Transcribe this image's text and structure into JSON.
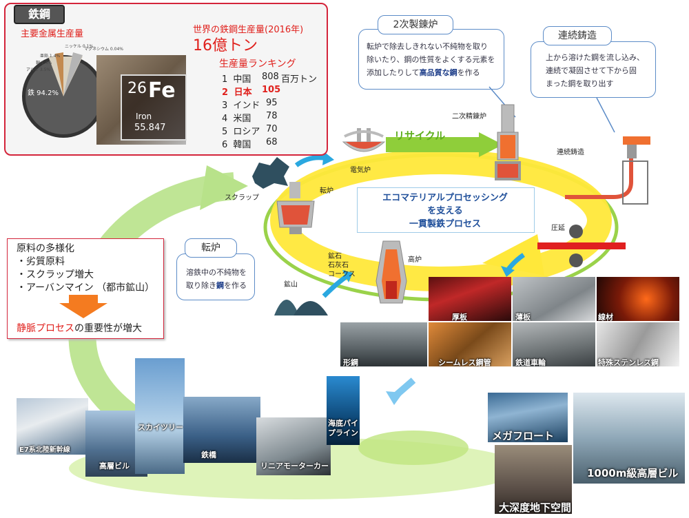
{
  "steel_panel": {
    "badge": "鉄鋼",
    "metals_title": "主要金属生産量",
    "pie_labels": [
      "ニッケル 0.1%",
      "マグネシウム 0.04%",
      "亜鉛 1.4%",
      "銅 1.4%",
      "アルミ 3.5%",
      "鉄 94.2%"
    ],
    "element_number": "26",
    "element_symbol": "Fe",
    "element_name": "Iron",
    "element_weight": "55.847",
    "world_title": "世界の鉄鋼生産量(2016年)",
    "world_value": "16億トン",
    "ranking_title": "生産量ランキング",
    "ranking": [
      {
        "rank": "1",
        "country": "中国",
        "value": "808",
        "unit": "百万トン"
      },
      {
        "rank": "2",
        "country": "日本",
        "value": "105",
        "unit": ""
      },
      {
        "rank": "3",
        "country": "インド",
        "value": "95",
        "unit": ""
      },
      {
        "rank": "4",
        "country": "米国",
        "value": "78",
        "unit": ""
      },
      {
        "rank": "5",
        "country": "ロシア",
        "value": "70",
        "unit": ""
      },
      {
        "rank": "6",
        "country": "韓国",
        "value": "68",
        "unit": ""
      }
    ]
  },
  "callouts": {
    "secondary": {
      "title": "2次製錬炉",
      "body_1": "転炉で除去しきれない不純物を取り",
      "body_2": "除いたり、鋼の性質をよくする元素を",
      "body_3a": "添加したりして",
      "body_3b": "高品質な鋼",
      "body_3c": "を作る"
    },
    "casting": {
      "title": "連続鋳造",
      "body_1": "上から溶けた鋼を流し込み、",
      "body_2": "連続で凝固させて下から固",
      "body_3": "まった鋼を取り出す"
    },
    "converter": {
      "title": "転炉",
      "body_1": "溶鉄中の不純物を",
      "body_2a": "取り除き",
      "body_2b": "鋼",
      "body_2c": "を作る"
    }
  },
  "materials_box": {
    "title": "原料の多様化",
    "items": [
      "・劣質原料",
      "・スクラップ増大",
      "・アーバンマイン （都市鉱山）"
    ],
    "conclusion_accent": "静脈プロセス",
    "conclusion_rest": "の重要性が増大"
  },
  "process": {
    "recycle": "リサイクル",
    "center_1": "エコマテリアルプロセッシング",
    "center_2": "を支える",
    "center_3": "一貫製鉄プロセス",
    "labels": {
      "scrap": "スクラップ",
      "electric": "電気炉",
      "converter": "転炉",
      "secondary": "二次精錬炉",
      "casting": "連続鋳造",
      "rolling": "圧延",
      "blast": "高炉",
      "raw_1": "鉱石",
      "raw_2": "石灰石",
      "raw_3": "コークス",
      "mine": "鉱山"
    }
  },
  "products": [
    "厚板",
    "薄板",
    "線材",
    "形鋼",
    "シームレス鋼管",
    "鉄道車輪",
    "特殊ステンレス鋼"
  ],
  "applications": [
    "E7系北陸新幹線",
    "高層ビル",
    "スカイツリー",
    "鉄橋",
    "リニアモーターカー",
    "海底パイプライン"
  ],
  "future": [
    "メガフロート",
    "1000m級高層ビル",
    "大深度地下空間"
  ],
  "colors": {
    "red": "#e0201c",
    "blue_border": "#5b8bc7",
    "green": "#8fce3a",
    "yellow": "#ffeb3b",
    "orange": "#f47b20"
  }
}
